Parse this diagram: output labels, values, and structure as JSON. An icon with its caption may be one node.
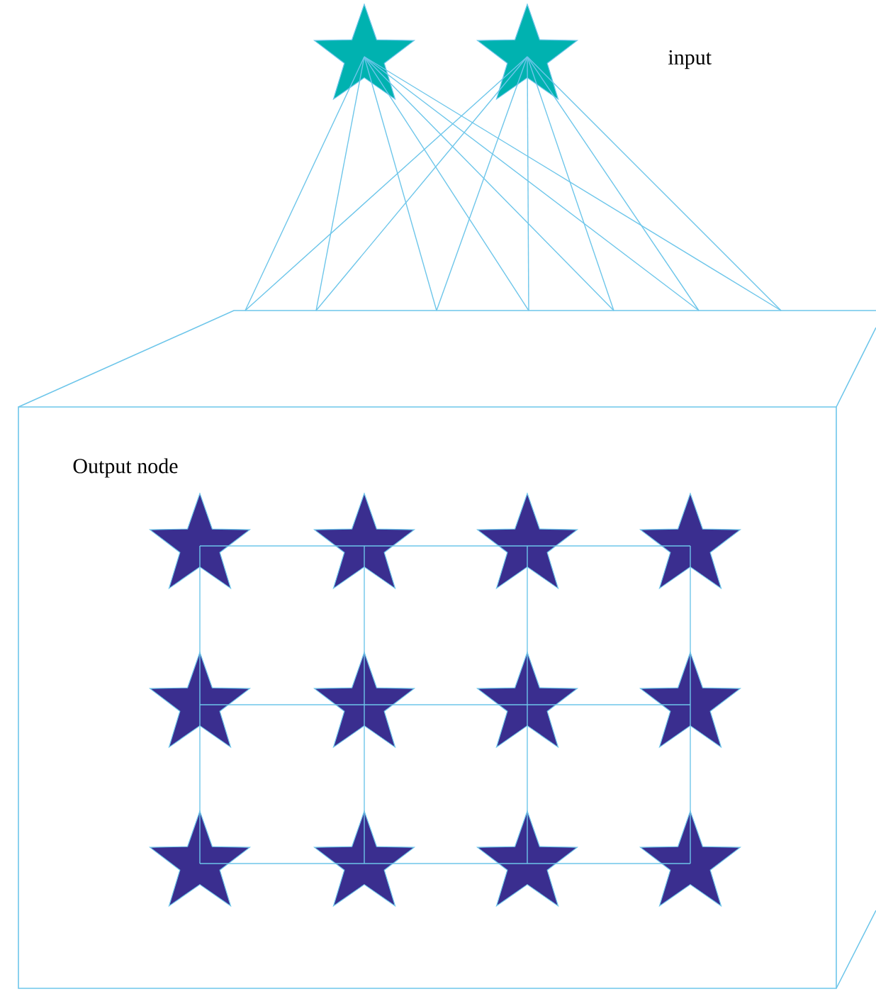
{
  "diagram": {
    "nodes": [
      {
        "text": [],
        "shape": "star"
      },
      {
        "text": [],
        "shape": "star"
      },
      {
        "text": [
          "Output node"
        ]
      },
      {
        "text": [],
        "shape": "star",
        "in": 2
      },
      {
        "text": [],
        "shape": "star",
        "in": 2
      },
      {
        "text": [],
        "shape": "star",
        "in": 2
      },
      {
        "text": [],
        "shape": "star",
        "in": 2
      },
      {
        "text": [],
        "shape": "star",
        "in": 2
      },
      {
        "text": [],
        "shape": "star",
        "in": 2
      },
      {
        "text": [],
        "shape": "star",
        "in": 2
      },
      {
        "text": [],
        "shape": "star",
        "in": 2
      },
      {
        "text": [],
        "shape": "star",
        "in": 2
      },
      {
        "text": [],
        "shape": "star",
        "in": 2
      },
      {
        "text": [],
        "shape": "star",
        "in": 2
      },
      {
        "text": [],
        "shape": "star",
        "in": 2
      }
    ],
    "edges": [
      {
        "from": 0,
        "to": 2,
        "arrow": "none"
      },
      {
        "from": 0,
        "to": 2,
        "arrow": "none"
      },
      {
        "from": 0,
        "to": 2,
        "arrow": "none"
      },
      {
        "from": 0,
        "to": 2,
        "arrow": "none"
      },
      {
        "from": 0,
        "to": 2,
        "arrow": "none"
      },
      {
        "from": 0,
        "to": 2,
        "arrow": "none"
      },
      {
        "from": 0,
        "to": 2,
        "arrow": "none"
      },
      {
        "from": 1,
        "to": 2,
        "arrow": "none"
      },
      {
        "from": 1,
        "to": 2,
        "arrow": "none"
      },
      {
        "from": 1,
        "to": 2,
        "arrow": "none"
      },
      {
        "from": 1,
        "to": 2,
        "arrow": "none"
      },
      {
        "from": 1,
        "to": 2,
        "arrow": "none"
      },
      {
        "from": 1,
        "to": 2,
        "arrow": "none"
      },
      {
        "from": 1,
        "to": 2,
        "arrow": "none"
      },
      {
        "from": 3,
        "to": 4,
        "arrow": "none"
      },
      {
        "from": 4,
        "to": 5,
        "arrow": "none"
      },
      {
        "from": 5,
        "to": 6,
        "arrow": "none"
      },
      {
        "from": 7,
        "to": 8,
        "arrow": "none"
      },
      {
        "from": 8,
        "to": 9,
        "arrow": "none"
      },
      {
        "from": 9,
        "to": 10,
        "arrow": "none"
      },
      {
        "from": 11,
        "to": 12,
        "arrow": "none"
      },
      {
        "from": 12,
        "to": 13,
        "arrow": "none"
      },
      {
        "from": 13,
        "to": 14,
        "arrow": "none"
      },
      {
        "from": 3,
        "to": 7,
        "arrow": "none"
      },
      {
        "from": 7,
        "to": 11,
        "arrow": "none"
      },
      {
        "from": 4,
        "to": 8,
        "arrow": "none"
      },
      {
        "from": 8,
        "to": 12,
        "arrow": "none"
      },
      {
        "from": 5,
        "to": 9,
        "arrow": "none"
      },
      {
        "from": 9,
        "to": 13,
        "arrow": "none"
      },
      {
        "from": 6,
        "to": 10,
        "arrow": "none"
      },
      {
        "from": 10,
        "to": 14,
        "arrow": "none"
      }
    ],
    "labels": [
      "input"
    ]
  }
}
